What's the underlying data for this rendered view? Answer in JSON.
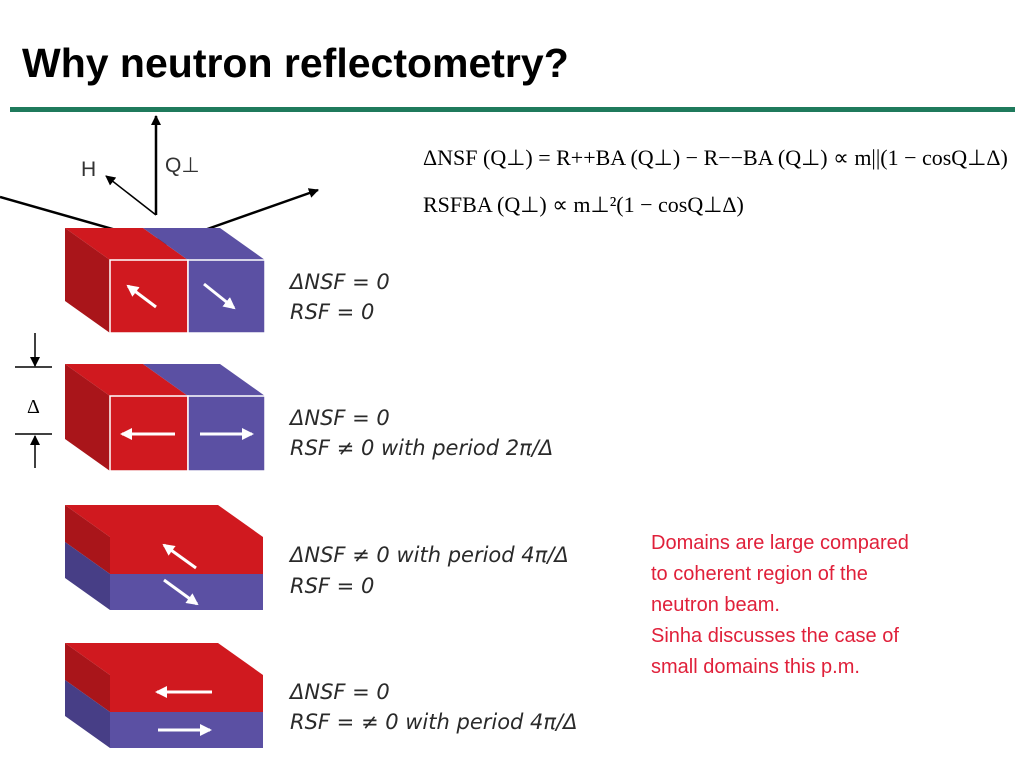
{
  "title": "Why neutron reflectometry?",
  "colors": {
    "red": "#d0191f",
    "red_dark": "#a9151a",
    "blue": "#5b50a3",
    "blue_dark": "#473e86",
    "rule": "#1f7a5c",
    "note": "#e0203a"
  },
  "geometry_labels": {
    "field": "H",
    "q": "Q⊥",
    "delta": "Δ"
  },
  "equations": {
    "line1": "ΔNSF (Q⊥) = R++BA (Q⊥) − R−−BA (Q⊥) ∝ m||(1 − cosQ⊥Δ)",
    "line2": "RSFBA (Q⊥) ∝ m⊥²(1 − cosQ⊥Δ)"
  },
  "cases": [
    {
      "line1": "ΔNSF = 0",
      "line2": "RSF = 0"
    },
    {
      "line1": "ΔNSF = 0",
      "line2": "RSF ≠ 0 with period 2π/Δ"
    },
    {
      "line1": "ΔNSF ≠ 0 with period 4π/Δ",
      "line2": "RSF = 0"
    },
    {
      "line1": "ΔNSF = 0",
      "line2": "RSF = ≠ 0 with period 4π/Δ"
    }
  ],
  "note": {
    "line1": "Domains are large compared",
    "line2": "to coherent region of the",
    "line3": "neutron beam.",
    "line4": "Sinha discusses the case of",
    "line5": "small domains this p.m."
  }
}
